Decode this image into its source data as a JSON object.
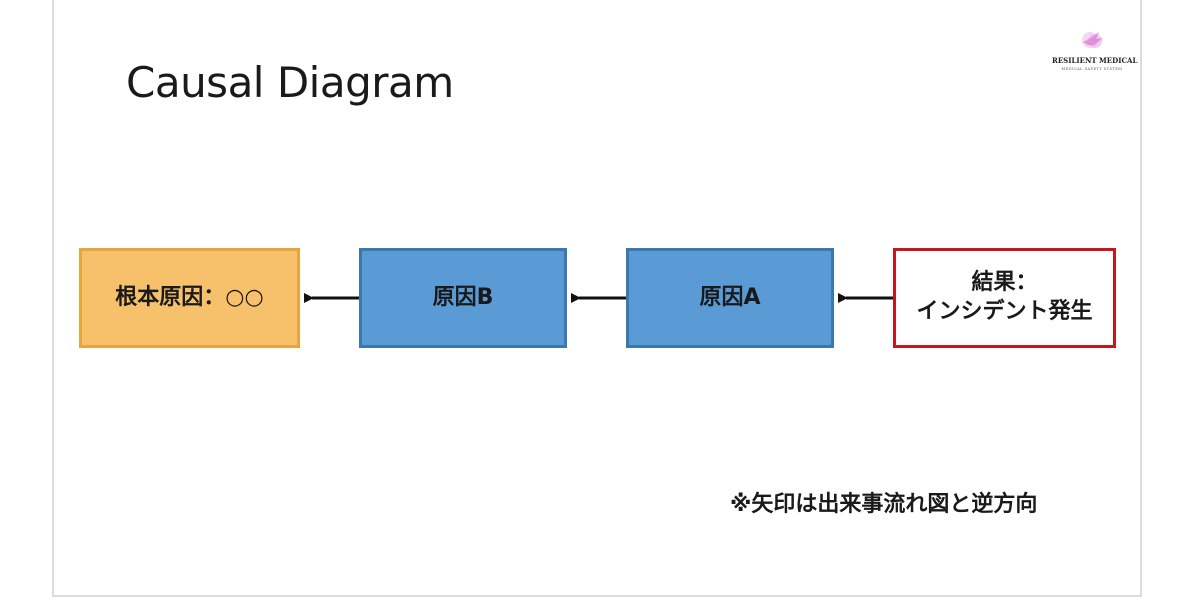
{
  "logo": {
    "name": "RESILIENT MEDICAL",
    "tagline": "MEDICAL SAFETY SYSTEM",
    "accent": "#d98ad6"
  },
  "slide": {
    "title": "Causal Diagram",
    "note": "※矢印は出来事流れ図と逆方向"
  },
  "diagram": {
    "root_cause": {
      "label": "根本原因：○○",
      "fill": "#f7c06b",
      "border": "#e6a63d"
    },
    "cause_b": {
      "label": "原因B",
      "fill": "#5b9bd5",
      "border": "#3b78b0"
    },
    "cause_a": {
      "label": "原因A",
      "fill": "#5b9bd5",
      "border": "#3b78b0"
    },
    "result": {
      "line1": "結果：",
      "line2": "インシデント発生",
      "fill": "#ffffff",
      "border": "#c8141c"
    },
    "edges": [
      {
        "from": "result",
        "to": "cause_a"
      },
      {
        "from": "cause_a",
        "to": "cause_b"
      },
      {
        "from": "cause_b",
        "to": "root_cause"
      }
    ]
  }
}
